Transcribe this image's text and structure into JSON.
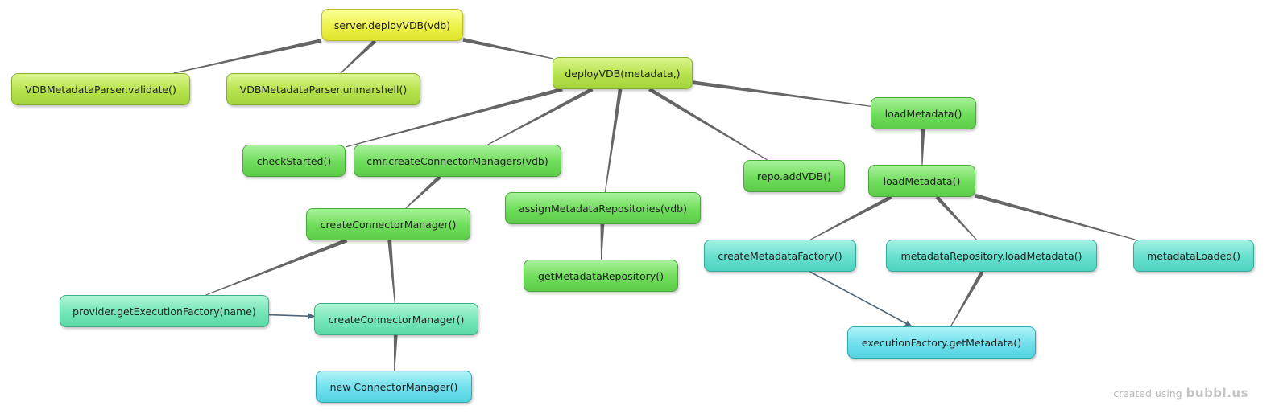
{
  "diagram": {
    "nodes": [
      {
        "id": "n1",
        "label": "server.deployVDB(vdb)",
        "color": "yellow"
      },
      {
        "id": "n2",
        "label": "VDBMetadataParser.validate()",
        "color": "lime"
      },
      {
        "id": "n3",
        "label": "VDBMetadataParser.unmarshell()",
        "color": "lime"
      },
      {
        "id": "n4",
        "label": "deployVDB(metadata,)",
        "color": "lime"
      },
      {
        "id": "n5",
        "label": "checkStarted()",
        "color": "green"
      },
      {
        "id": "n6",
        "label": "cmr.createConnectorManagers(vdb)",
        "color": "green"
      },
      {
        "id": "n7",
        "label": "assignMetadataRepositories(vdb)",
        "color": "green"
      },
      {
        "id": "n8",
        "label": "repo.addVDB()",
        "color": "green"
      },
      {
        "id": "n9",
        "label": "loadMetadata()",
        "color": "green"
      },
      {
        "id": "n10",
        "label": "loadMetadata()",
        "color": "green"
      },
      {
        "id": "n11",
        "label": "createConnectorManager()",
        "color": "green"
      },
      {
        "id": "n12",
        "label": "getMetadataRepository()",
        "color": "green"
      },
      {
        "id": "n13",
        "label": "createMetadataFactory()",
        "color": "teal"
      },
      {
        "id": "n14",
        "label": "metadataRepository.loadMetadata()",
        "color": "teal"
      },
      {
        "id": "n15",
        "label": "metadataLoaded()",
        "color": "teal"
      },
      {
        "id": "n16",
        "label": "provider.getExecutionFactory(name)",
        "color": "mint"
      },
      {
        "id": "n17",
        "label": "createConnectorManager()",
        "color": "mint"
      },
      {
        "id": "n18",
        "label": "executionFactory.getMetadata()",
        "color": "cyan"
      },
      {
        "id": "n19",
        "label": "new ConnectorManager()",
        "color": "cyan"
      }
    ],
    "edges": [
      {
        "from": "n1",
        "to": "n2",
        "kind": "branch"
      },
      {
        "from": "n1",
        "to": "n3",
        "kind": "branch"
      },
      {
        "from": "n1",
        "to": "n4",
        "kind": "branch"
      },
      {
        "from": "n4",
        "to": "n5",
        "kind": "branch"
      },
      {
        "from": "n4",
        "to": "n6",
        "kind": "branch"
      },
      {
        "from": "n4",
        "to": "n7",
        "kind": "branch"
      },
      {
        "from": "n4",
        "to": "n8",
        "kind": "branch"
      },
      {
        "from": "n4",
        "to": "n9",
        "kind": "branch"
      },
      {
        "from": "n6",
        "to": "n11",
        "kind": "branch"
      },
      {
        "from": "n7",
        "to": "n12",
        "kind": "branch"
      },
      {
        "from": "n9",
        "to": "n10",
        "kind": "branch"
      },
      {
        "from": "n10",
        "to": "n13",
        "kind": "branch"
      },
      {
        "from": "n10",
        "to": "n14",
        "kind": "branch"
      },
      {
        "from": "n10",
        "to": "n15",
        "kind": "branch"
      },
      {
        "from": "n11",
        "to": "n16",
        "kind": "branch"
      },
      {
        "from": "n11",
        "to": "n17",
        "kind": "branch"
      },
      {
        "from": "n17",
        "to": "n19",
        "kind": "branch"
      },
      {
        "from": "n14",
        "to": "n18",
        "kind": "branch"
      },
      {
        "from": "n16",
        "to": "n17",
        "kind": "arrow"
      },
      {
        "from": "n13",
        "to": "n18",
        "kind": "arrow"
      }
    ]
  },
  "colors": {
    "branch_line": "#666666",
    "arrow_line": "#4f6577"
  },
  "watermark": {
    "prefix": "created using",
    "brand": "bubbl.us"
  }
}
